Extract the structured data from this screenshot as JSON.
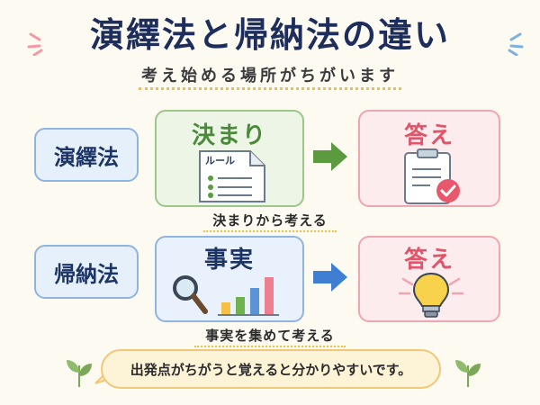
{
  "title": "演繹法と帰納法の違い",
  "subtitle": "考え始める場所がちがいます",
  "deduction": {
    "label": "演繹法",
    "rule_title": "決まり",
    "rule_doc_label": "ルール",
    "answer_title": "答え",
    "caption": "決まりから考える"
  },
  "induction": {
    "label": "帰納法",
    "fact_title": "事実",
    "answer_title": "答え",
    "caption": "事実を集めて考える"
  },
  "note": "出発点がちがうと覚えると分かりやすいです。",
  "colors": {
    "green_arrow": "#5b9a3e",
    "blue_arrow": "#3f7fd1",
    "check": "#e8586c",
    "bulb": "#f7d24a"
  }
}
